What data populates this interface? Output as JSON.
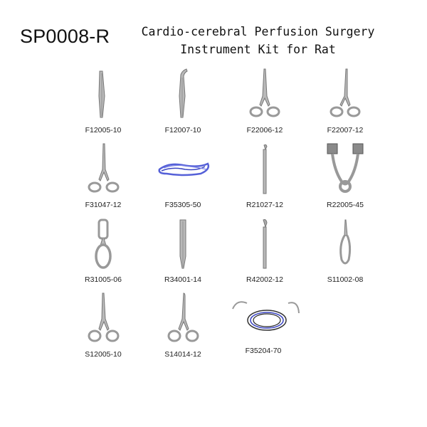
{
  "header": {
    "code": "SP0008-R",
    "title_line1": "Cardio-cerebral Perfusion Surgery",
    "title_line2": "Instrument Kit for Rat"
  },
  "instruments": [
    {
      "code": "F12005-10",
      "icon": "straight-forceps-icon"
    },
    {
      "code": "F12007-10",
      "icon": "curved-forceps-icon"
    },
    {
      "code": "F22006-12",
      "icon": "hemostat-icon"
    },
    {
      "code": "F22007-12",
      "icon": "hemostat-icon"
    },
    {
      "code": "F31047-12",
      "icon": "needle-holder-icon"
    },
    {
      "code": "F35305-50",
      "icon": "blue-suture-icon"
    },
    {
      "code": "R21027-12",
      "icon": "probe-hook-icon"
    },
    {
      "code": "R22005-45",
      "icon": "retractor-icon"
    },
    {
      "code": "R31005-06",
      "icon": "ring-clamp-icon"
    },
    {
      "code": "R34001-14",
      "icon": "flat-forceps-icon"
    },
    {
      "code": "R42002-12",
      "icon": "spatula-hook-icon"
    },
    {
      "code": "S11002-08",
      "icon": "spring-scissors-icon"
    },
    {
      "code": "S12005-10",
      "icon": "scissors-icon"
    },
    {
      "code": "S14014-12",
      "icon": "curved-scissors-icon"
    },
    {
      "code": "F35204-70",
      "icon": "suture-needle-icon"
    }
  ]
}
